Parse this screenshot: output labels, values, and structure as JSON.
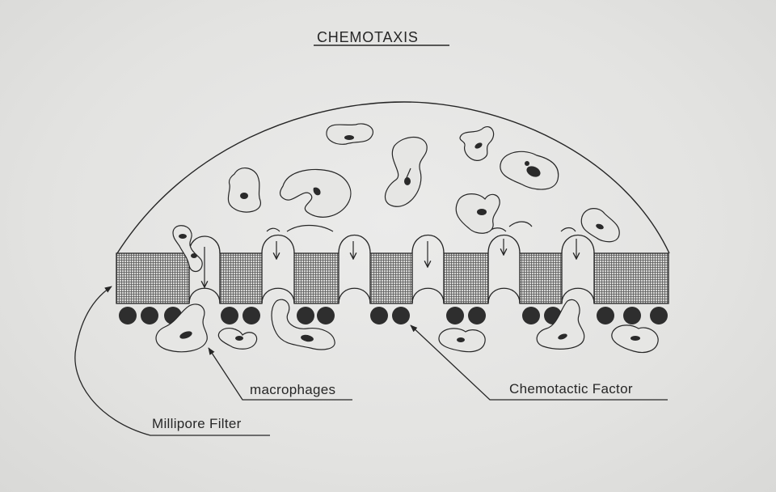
{
  "title": "CHEMOTAXIS",
  "labels": {
    "macrophages": "macrophages",
    "chemotactic_factor": "Chemotactic Factor",
    "millipore_filter": "Millipore Filter"
  },
  "colors": {
    "background": "#e4e4e2",
    "ink": "#262626",
    "dot": "#2e2e2e"
  }
}
